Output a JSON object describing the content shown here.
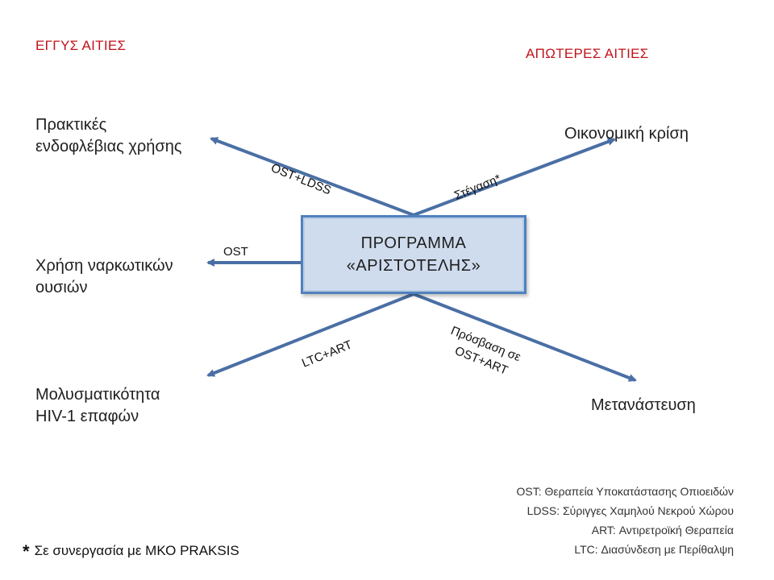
{
  "headings": {
    "near_causes": "ΕΓΓΥΣ ΑΙΤΙΕΣ",
    "distant_causes": "ΑΠΩΤΕΡΕΣ ΑΙΤΙΕΣ"
  },
  "center": {
    "line1": "ΠΡΟΓΡΑΜΜΑ",
    "line2": "«ΑΡΙΣΤΟΤΕΛΗΣ»"
  },
  "near_causes": [
    {
      "line1": "Πρακτικές",
      "line2": "ενδοφλέβιας χρήσης"
    },
    {
      "line1": "Χρήση ναρκωτικών",
      "line2": "ουσιών"
    },
    {
      "line1": "Μολυσματικότητα",
      "line2": "HIV-1 επαφών"
    }
  ],
  "distant_causes": [
    {
      "label": "Οικονομική κρίση"
    },
    {
      "label": "Μετανάστευση"
    }
  ],
  "edge_labels": {
    "ost_ldss": "OST+LDSS",
    "ost": "OST",
    "ltc_art": "LTC+ART",
    "housing": "Στέγαση*",
    "access_line1": "Πρόσβαση σε",
    "access_line2": "OST+ART"
  },
  "legend": [
    "OST: Θεραπεία Υποκατάστασης Οπιοειδών",
    "LDSS: Σύριγγες Χαμηλού Νεκρού Χώρου",
    "ART: Αντιρετροϊκή Θεραπεία",
    "LTC: Διασύνδεση με Περίθαλψη"
  ],
  "footnote": {
    "star": "*",
    "text": "Σε συνεργασία με ΜΚΟ PRAKSIS"
  },
  "colors": {
    "arrow": "#4a6fa5",
    "box_fill": "#cfdcee",
    "box_border": "#4f81bd",
    "heading_red": "#c0141b"
  }
}
